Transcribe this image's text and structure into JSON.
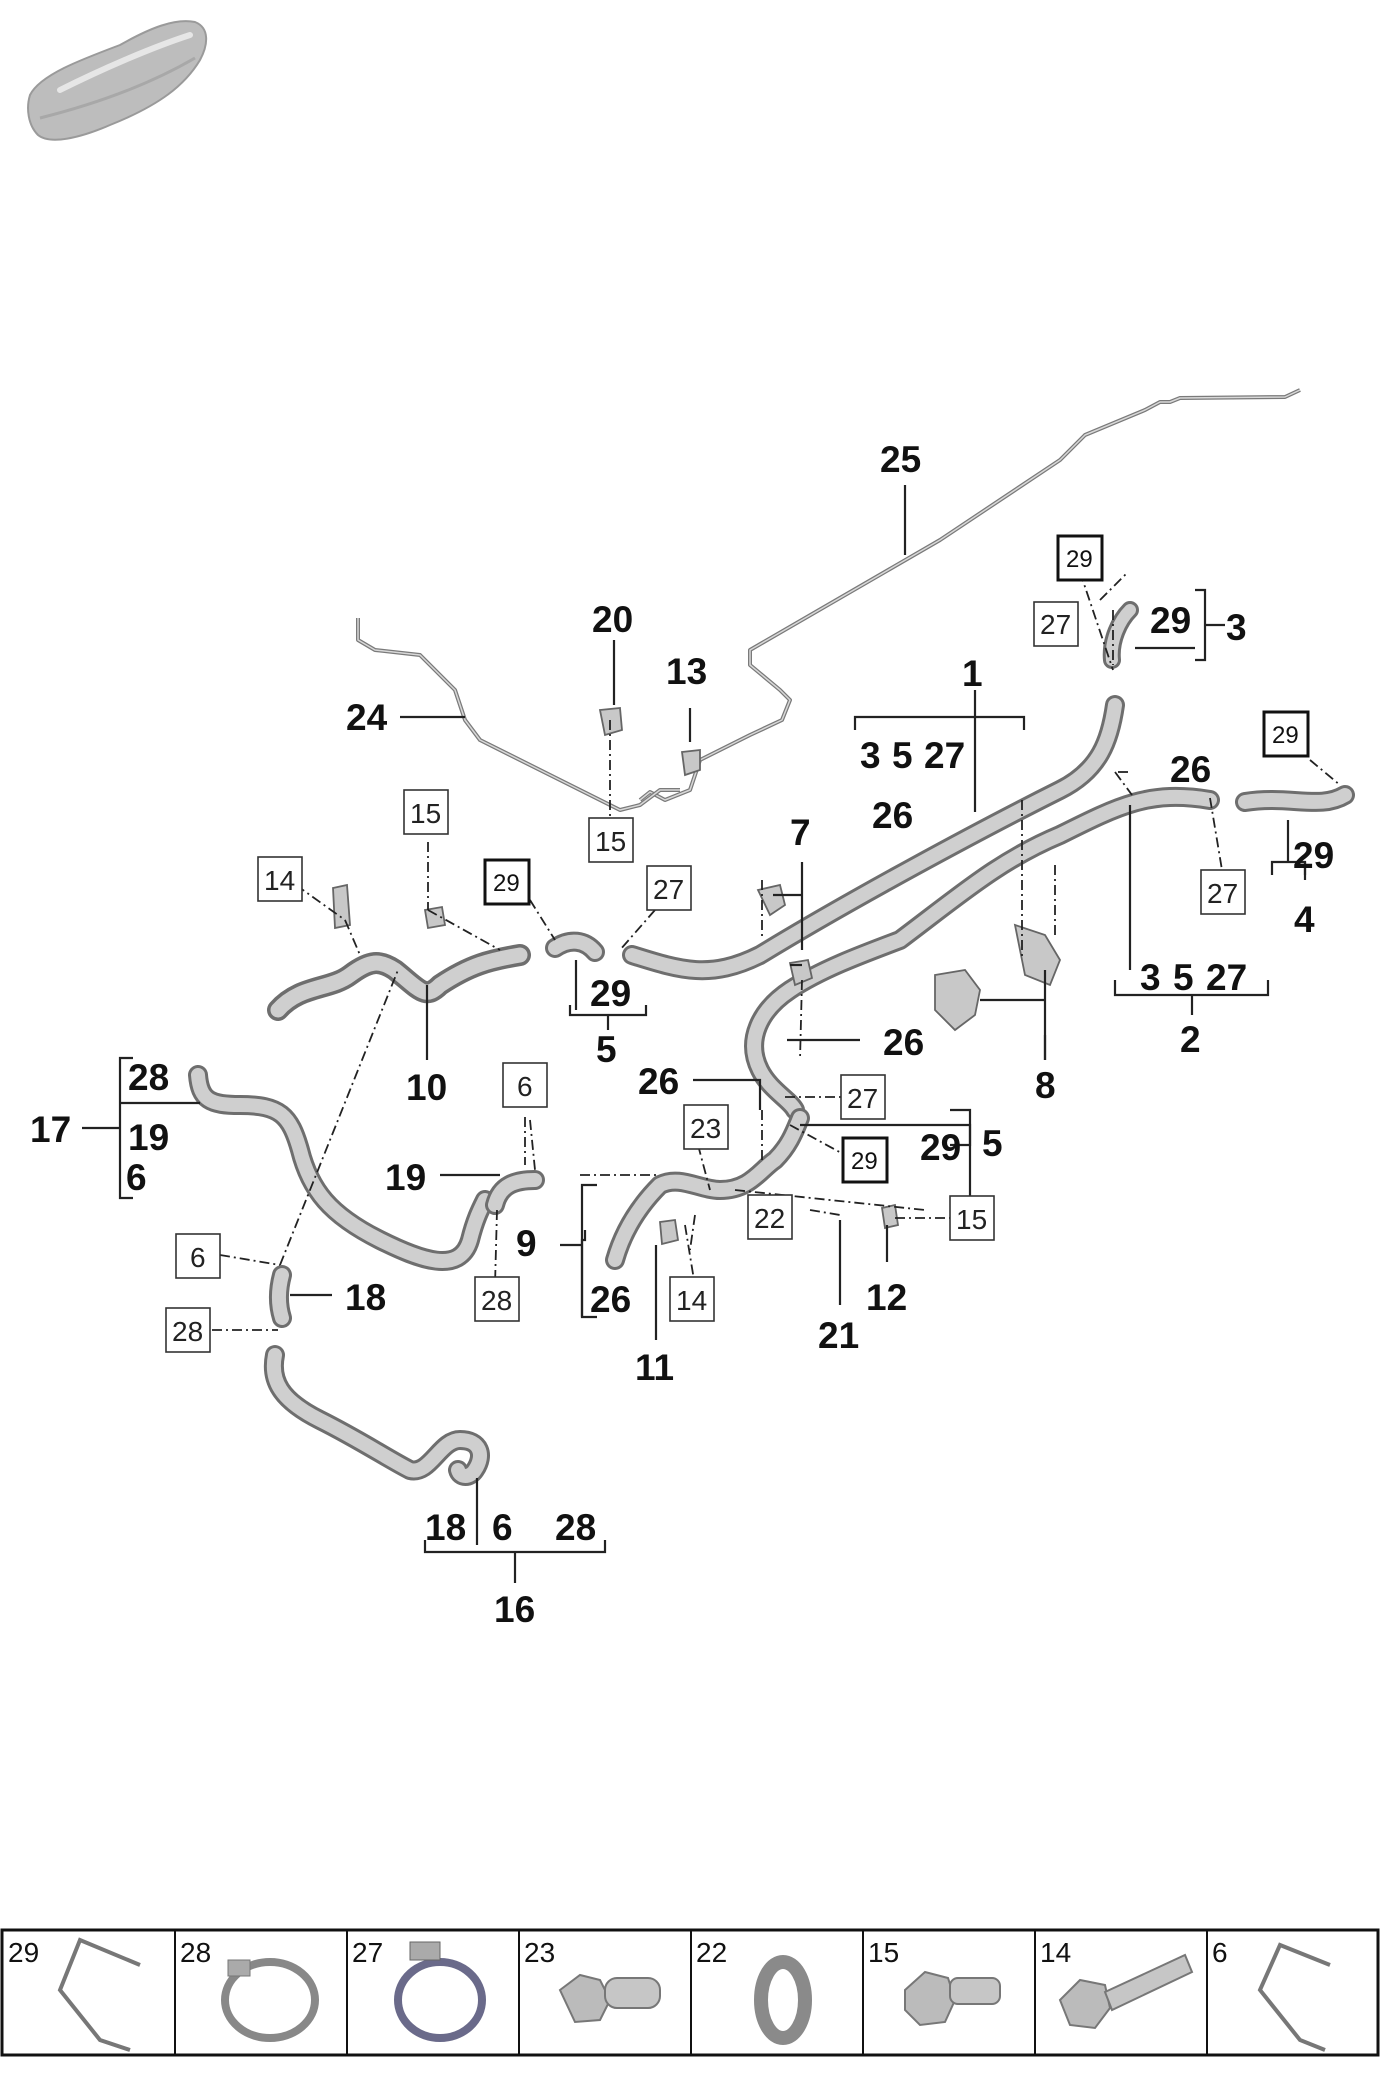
{
  "callouts": [
    "25",
    "24",
    "20",
    "13",
    "1",
    "3",
    "29",
    "26",
    "2",
    "4",
    "5",
    "7",
    "8",
    "10",
    "9",
    "11",
    "12",
    "16",
    "17",
    "18",
    "19",
    "21",
    "6",
    "28",
    "27"
  ],
  "boxed_refs": [
    "29",
    "27",
    "15",
    "14",
    "6",
    "28",
    "23",
    "22"
  ],
  "groups": {
    "g1": [
      "3",
      "5",
      "27"
    ],
    "g2": [
      "3",
      "5",
      "27"
    ],
    "g16": [
      "18",
      "6",
      "28"
    ],
    "g17": [
      "28",
      "19",
      "6"
    ]
  },
  "legend": [
    {
      "num": "29",
      "icon": "wire-clip-icon"
    },
    {
      "num": "28",
      "icon": "hose-clamp-icon"
    },
    {
      "num": "27",
      "icon": "spring-clamp-icon"
    },
    {
      "num": "23",
      "icon": "fastener-icon"
    },
    {
      "num": "22",
      "icon": "o-ring-icon"
    },
    {
      "num": "15",
      "icon": "flange-bolt-icon"
    },
    {
      "num": "14",
      "icon": "hex-bolt-icon"
    },
    {
      "num": "6",
      "icon": "wire-clip-icon"
    }
  ]
}
